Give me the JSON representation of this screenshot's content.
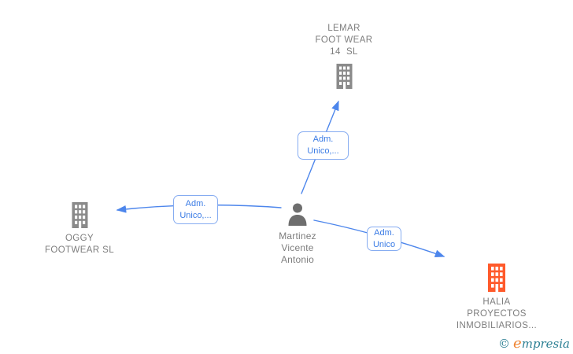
{
  "graph": {
    "nodes": [
      {
        "id": "lemar",
        "type": "company",
        "icon": "building-icon",
        "icon_color": "#8a8a8a",
        "lines": [
          "LEMAR",
          "FOOT WEAR",
          "14  SL"
        ]
      },
      {
        "id": "oggy",
        "type": "company",
        "icon": "building-icon",
        "icon_color": "#8a8a8a",
        "lines": [
          "OGGY",
          "FOOTWEAR SL"
        ]
      },
      {
        "id": "person",
        "type": "person",
        "icon": "person-icon",
        "icon_color": "#6e6e6e",
        "lines": [
          "Martinez",
          "Vicente",
          "Antonio"
        ]
      },
      {
        "id": "halia",
        "type": "company",
        "icon": "building-icon",
        "icon_color": "#ff5a2b",
        "lines": [
          "HALIA",
          "PROYECTOS",
          "INMOBILIARIOS..."
        ]
      }
    ],
    "edges": [
      {
        "from": "person",
        "to": "lemar",
        "label": [
          "Adm.",
          "Unico,..."
        ]
      },
      {
        "from": "person",
        "to": "oggy",
        "label": [
          "Adm.",
          "Unico,..."
        ]
      },
      {
        "from": "person",
        "to": "halia",
        "label": [
          "Adm.",
          "Unico"
        ]
      }
    ]
  },
  "watermark": {
    "copyright": "©",
    "brand_initial": "e",
    "brand_rest": "mpresia"
  },
  "colors": {
    "edge_blue": "#4d86ec",
    "label_text_blue": "#3b7ce5",
    "label_border_blue": "#86acf1",
    "node_text_gray": "#7d7d7d",
    "building_gray": "#8a8a8a",
    "building_orange": "#ff5a2b",
    "person_gray": "#6e6e6e",
    "watermark_teal": "#2b7f93",
    "watermark_orange": "#ef8432",
    "background": "#ffffff"
  }
}
